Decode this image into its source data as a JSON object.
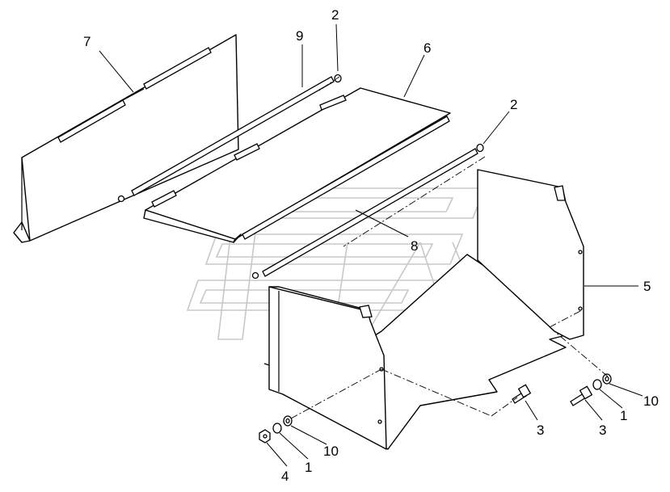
{
  "callouts": {
    "c7": "7",
    "c9": "9",
    "c2a": "2",
    "c6": "6",
    "c2b": "2",
    "c8": "8",
    "c5": "5",
    "c3a": "3",
    "c3b": "3",
    "c1a": "1",
    "c10a": "10",
    "c4": "4",
    "c1b": "1",
    "c10b": "10"
  }
}
